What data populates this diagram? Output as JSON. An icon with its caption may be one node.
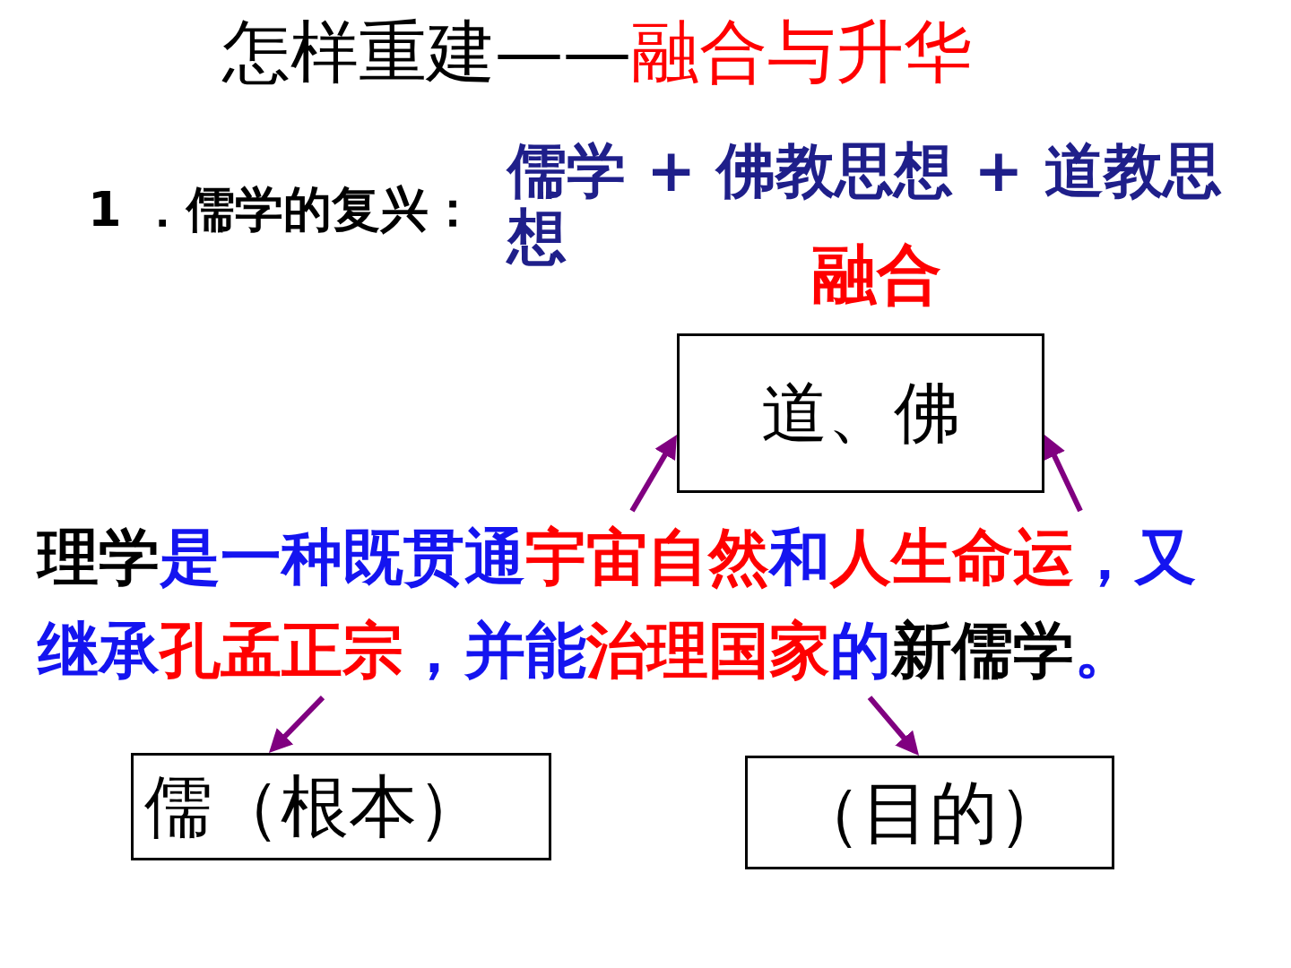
{
  "diagram": {
    "title": "怎样重建——融合与升华",
    "nodes": [
      {
        "text": [
          "道、佛"
        ]
      },
      {
        "text": [
          "理学是一种既贯通宇宙自然和人生命运，又继承孔孟正宗，并能治理国家的新儒学。"
        ]
      },
      {
        "text": [
          "儒（根本）"
        ]
      },
      {
        "text": [
          "（目的）"
        ]
      }
    ],
    "edges": [
      {
        "from": 1,
        "to": 0,
        "arrow": "to"
      },
      {
        "from": 1,
        "to": 0,
        "arrow": "to"
      },
      {
        "from": 1,
        "to": 2,
        "arrow": "to"
      },
      {
        "from": 1,
        "to": 3,
        "arrow": "to"
      }
    ],
    "labels": [
      "1 ．儒学的复兴：",
      "儒学 + 佛教思想 + 道教思想",
      "融合"
    ]
  }
}
